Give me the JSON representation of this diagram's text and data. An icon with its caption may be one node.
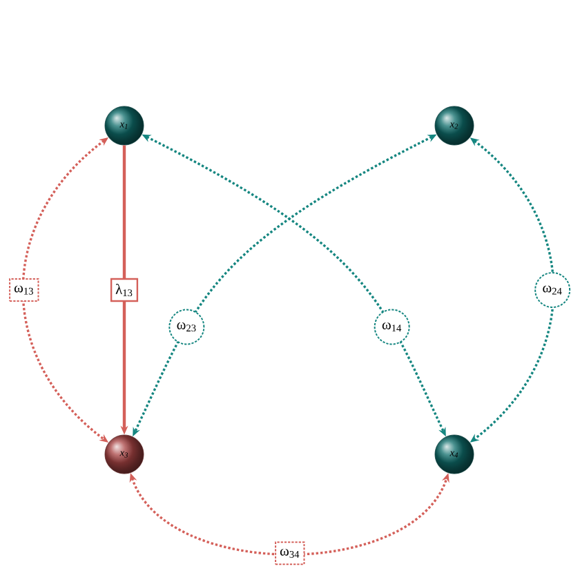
{
  "diagram": {
    "nodes": [
      {
        "text": [
          "x$_{1}$"
        ]
      },
      {
        "text": [
          "x$_{2}$"
        ]
      },
      {
        "text": [
          "x$_{3}$"
        ]
      },
      {
        "text": [
          "x$_{4}$"
        ]
      }
    ],
    "edges": [
      {
        "from": 0,
        "to": 2,
        "arrow": "to",
        "label": "λ$_{13}$",
        "color": "#d4605a"
      },
      {
        "from": 0,
        "to": 2,
        "arrow": "both",
        "label": "ω$_{13}$",
        "style": "dashed",
        "color": "#d4605a"
      },
      {
        "from": 1,
        "to": 2,
        "arrow": "both",
        "label": "ω$_{23}$",
        "style": "dashed",
        "color": "#158680"
      },
      {
        "from": 0,
        "to": 3,
        "arrow": "both",
        "label": "ω$_{14}$",
        "style": "dashed",
        "color": "#158680"
      },
      {
        "from": 1,
        "to": 3,
        "arrow": "both",
        "label": "ω$_{24}$",
        "style": "dashed",
        "color": "#158680"
      },
      {
        "from": 2,
        "to": 3,
        "arrow": "both",
        "label": "ω$_{34}$",
        "style": "dashed",
        "color": "#d4605a"
      }
    ]
  }
}
